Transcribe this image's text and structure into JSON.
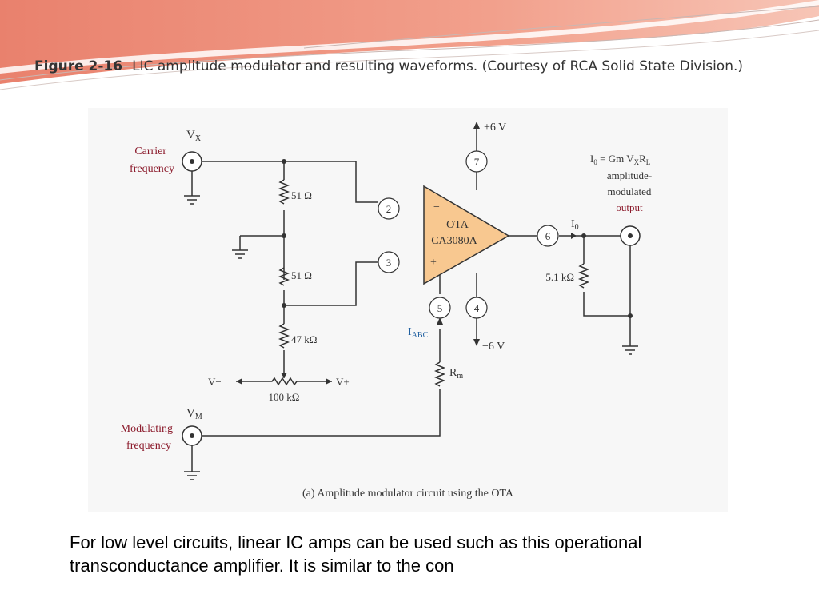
{
  "caption": {
    "figure_label": "Figure 2-16",
    "text": "LIC amplitude modulator and resulting waveforms. (Courtesy of RCA Solid State Division.)"
  },
  "diagram": {
    "carrier_label": [
      "Carrier",
      "frequency"
    ],
    "vx_label": "V",
    "vx_sub": "X",
    "modulating_label": [
      "Modulating",
      "frequency"
    ],
    "vm_label": "V",
    "vm_sub": "M",
    "r1": "51 Ω",
    "r2": "51 Ω",
    "r3": "47 kΩ",
    "pot": "100 kΩ",
    "v_minus": "V−",
    "v_plus": "V+",
    "pins": [
      "2",
      "3",
      "5",
      "4",
      "6",
      "7"
    ],
    "ota_name": "OTA",
    "ota_part": "CA3080A",
    "ota_minus": "−",
    "ota_plus": "+",
    "supply_pos": "+6 V",
    "supply_neg": "−6 V",
    "iabc": "I",
    "iabc_sub": "ABC",
    "rm": "R",
    "rm_sub": "m",
    "io": "I",
    "io_sub": "0",
    "rl": "5.1 kΩ",
    "out_eq": {
      "a": "I",
      "a_sub": "0",
      "b": " = Gm V",
      "b_sub": "X",
      "c": "R",
      "c_sub": "L"
    },
    "out_lines": [
      "amplitude-",
      "modulated"
    ],
    "out_red": "output",
    "subcaption": "(a) Amplitude modulator circuit using the OTA"
  },
  "body_text": "For low level circuits, linear IC amps can be used such as this operational transconductance amplifier.  It is similar to the con",
  "colors": {
    "accent_red": "#8b1a2b",
    "accent_blue": "#1f5fa0",
    "ota_fill": "#f8c890",
    "banner": "#e57a66"
  }
}
